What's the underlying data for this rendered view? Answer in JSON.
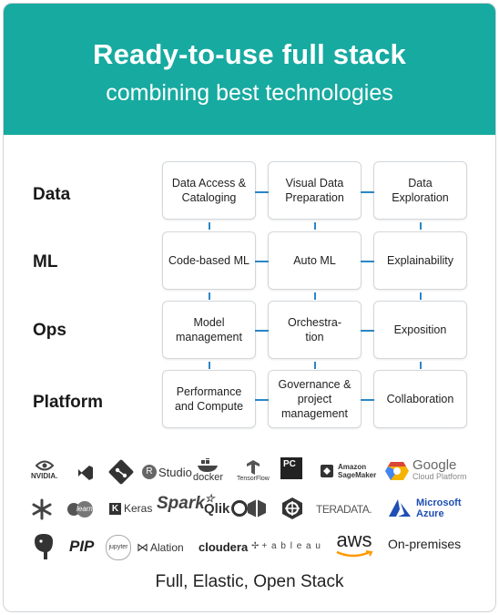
{
  "header": {
    "title": "Ready-to-use full stack",
    "subtitle": "combining best technologies"
  },
  "rows": [
    {
      "label": "Data",
      "boxes": [
        "Data Access &\nCataloging",
        "Visual Data\nPreparation",
        "Data\nExploration"
      ]
    },
    {
      "label": "ML",
      "boxes": [
        "Code-based ML",
        "Auto ML",
        "Explainability"
      ]
    },
    {
      "label": "Ops",
      "boxes": [
        "Model\nmanagement",
        "Orchestra-\ntion",
        "Exposition"
      ]
    },
    {
      "label": "Platform",
      "boxes": [
        "Performance\nand Compute",
        "Governance &\nproject\nmanagement",
        "Collaboration"
      ]
    }
  ],
  "logos": {
    "nvidia": "NVIDIA.",
    "rstudio": "Studio",
    "docker": "docker",
    "tensorflow": "TensorFlow",
    "pycharm": "PC",
    "sagemaker": "Amazon\nSageMaker",
    "google": "Google",
    "google_sub": "Cloud Platform",
    "keras": "Keras",
    "spark": "Spark",
    "qlik": "Qlik",
    "teradata": "TERADATA.",
    "azure": "Microsoft\nAzure",
    "pip": "PIP",
    "jupyter": "jupyter",
    "alation": "Alation",
    "cloudera": "cloudera",
    "tableau": "+ a b l e a u",
    "aws": "aws",
    "onprem": "On-premises",
    "learn": "learn"
  },
  "footer": "Full, Elastic, Open Stack",
  "colors": {
    "teal": "#17aaa0",
    "connector": "#2b86c5"
  }
}
